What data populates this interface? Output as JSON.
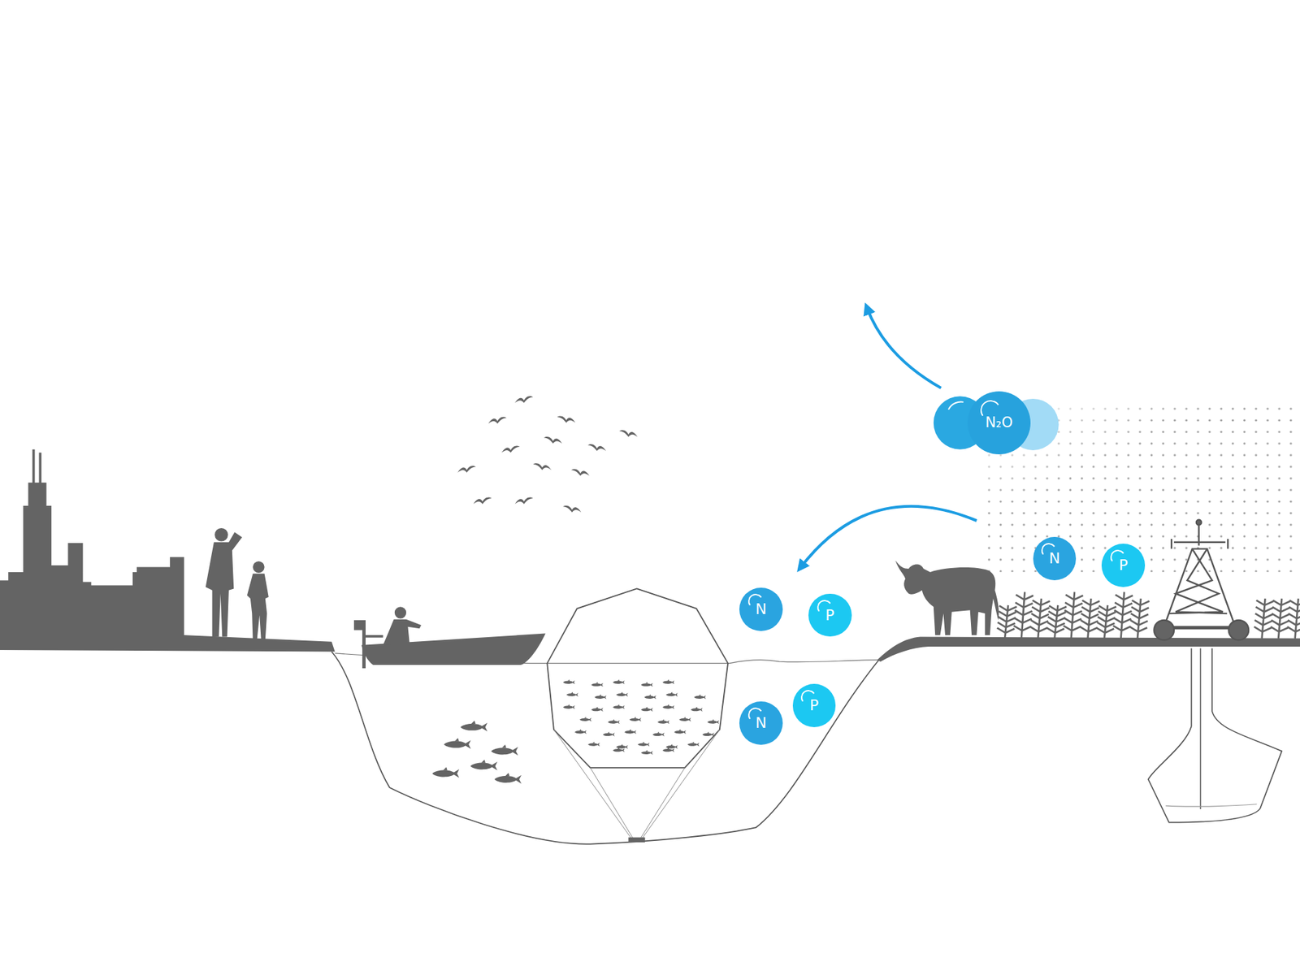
{
  "diagram": {
    "nodes": [
      {
        "text": [
          "N₂O"
        ]
      },
      {
        "text": [
          "N"
        ]
      },
      {
        "text": [
          "P"
        ]
      },
      {
        "text": [
          "N"
        ]
      },
      {
        "text": [
          "P"
        ]
      },
      {
        "text": [
          "N"
        ]
      },
      {
        "text": [
          "P"
        ]
      }
    ]
  }
}
